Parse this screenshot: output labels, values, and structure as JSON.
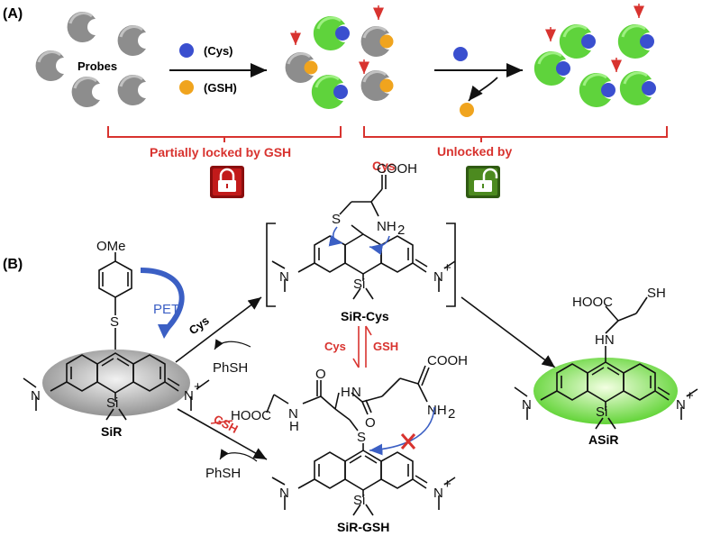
{
  "panel_a": {
    "label": "(A)",
    "probes_label": "Probes",
    "cys_legend": "(Cys)",
    "gsh_legend": "(GSH)",
    "locked_caption": "Partially locked by GSH",
    "unlocked_caption_line1": "Unlocked by",
    "unlocked_caption_line2": "Cys"
  },
  "panel_b": {
    "label": "(B)",
    "ome": "OMe",
    "pet": "PET",
    "s": "S",
    "si": "Si",
    "n": "N",
    "n_plus": "N",
    "plus": "+",
    "sir": "SiR",
    "sir_cys": "SiR-Cys",
    "sir_gsh": "SiR-GSH",
    "asir": "ASiR",
    "cys_arrow": "Cys",
    "gsh_arrow": "GSH",
    "phsh_top": "PhSH",
    "phsh_bottom": "PhSH",
    "eq_cys": "Cys",
    "eq_gsh": "GSH",
    "cooh_cys": "COOH",
    "nh2_cys": "NH",
    "sub2": "2",
    "hooc_gsh": "HOOC",
    "cooh_gsh": "COOH",
    "nh2_gsh": "NH",
    "hn_gsh_left": "H",
    "o_gsh": "O",
    "hooc_asir": "HOOC",
    "sh_asir": "SH",
    "hn_asir": "HN"
  },
  "colors": {
    "probe_gray": "#8a8a8a",
    "probe_green": "#5fd33c",
    "cys_blue": "#3a4fcf",
    "gsh_orange": "#f0a41e",
    "accent_red": "#d8332f",
    "arrow_blue": "#3b5fc4"
  }
}
